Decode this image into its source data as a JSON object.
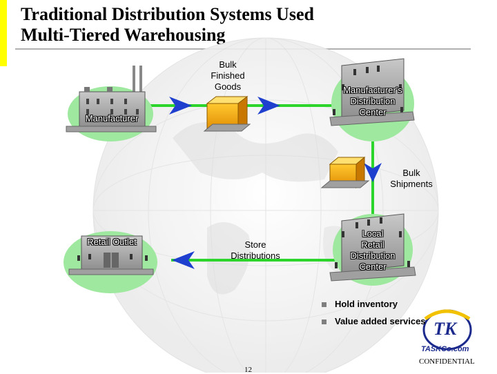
{
  "title": {
    "line1": "Traditional Distribution Systems Used",
    "line2": "Multi-Tiered Warehousing"
  },
  "nodes": {
    "manufacturer": "Manufacturer",
    "mfr_dc": [
      "Manufacturer's",
      "Distribution",
      "Center"
    ],
    "local_dc": [
      "Local",
      "Retail",
      "Distribution",
      "Center"
    ],
    "retail_outlet": "Retail Outlet"
  },
  "flows": {
    "bulk_finished_goods": [
      "Bulk",
      "Finished",
      "Goods"
    ],
    "bulk_shipments": [
      "Bulk",
      "Shipments"
    ],
    "store_distributions": [
      "Store",
      "Distributions"
    ]
  },
  "bullets": [
    "Hold inventory",
    "Value added services"
  ],
  "logo": {
    "mark": "TK",
    "name": "TASKCo.com"
  },
  "footer": {
    "confidential": "CONFIDENTIAL",
    "page": "12"
  },
  "colors": {
    "ellipse": "#9fe89f",
    "flow_line": "#2bd52b",
    "arrow": "#1f3fcf",
    "title_accent": "#ffff00"
  }
}
